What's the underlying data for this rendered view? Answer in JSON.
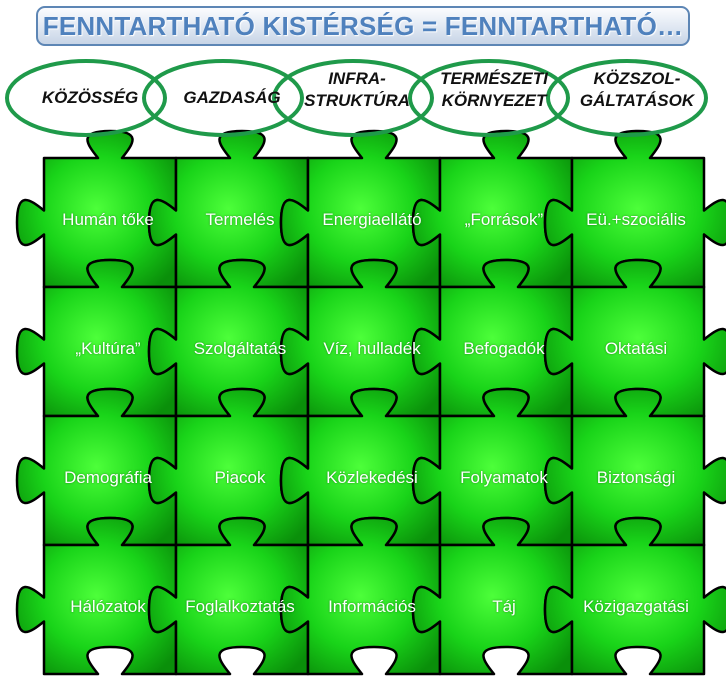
{
  "title": "FENNTARTHATÓ KISTÉRSÉG = FENNTARTHATÓ…",
  "columns": [
    {
      "lines": [
        "KÖZÖSSÉG"
      ]
    },
    {
      "lines": [
        "GAZDASÁG"
      ]
    },
    {
      "lines": [
        "INFRA-",
        "STRUKTÚRA"
      ]
    },
    {
      "lines": [
        "TERMÉSZETI",
        "KÖRNYEZET"
      ]
    },
    {
      "lines": [
        "KÖZSZOL-",
        "GÁLTATÁSOK"
      ]
    }
  ],
  "grid": [
    [
      "Humán tőke",
      "Termelés",
      "Energiaellátó",
      "„Források”",
      "Eü.+szociális"
    ],
    [
      "„Kultúra”",
      "Szolgáltatás",
      "Víz, hulladék",
      "Befogadók",
      "Oktatási"
    ],
    [
      "Demográfia",
      "Piacok",
      "Közlekedési",
      "Folyamatok",
      "Biztonsági"
    ],
    [
      "Hálózatok",
      "Foglalkoztatás",
      "Információs",
      "Táj",
      "Közigazgatási"
    ]
  ],
  "colors": {
    "title_text": "#4f81bd",
    "title_border": "#5d86b5",
    "oval_stroke": "#1f9a4a",
    "puzzle_light": "#4dff3a",
    "puzzle_mid": "#19d419",
    "puzzle_dark": "#0a8f0a",
    "puzzle_outline": "#000000",
    "label_text": "#ffffff"
  }
}
